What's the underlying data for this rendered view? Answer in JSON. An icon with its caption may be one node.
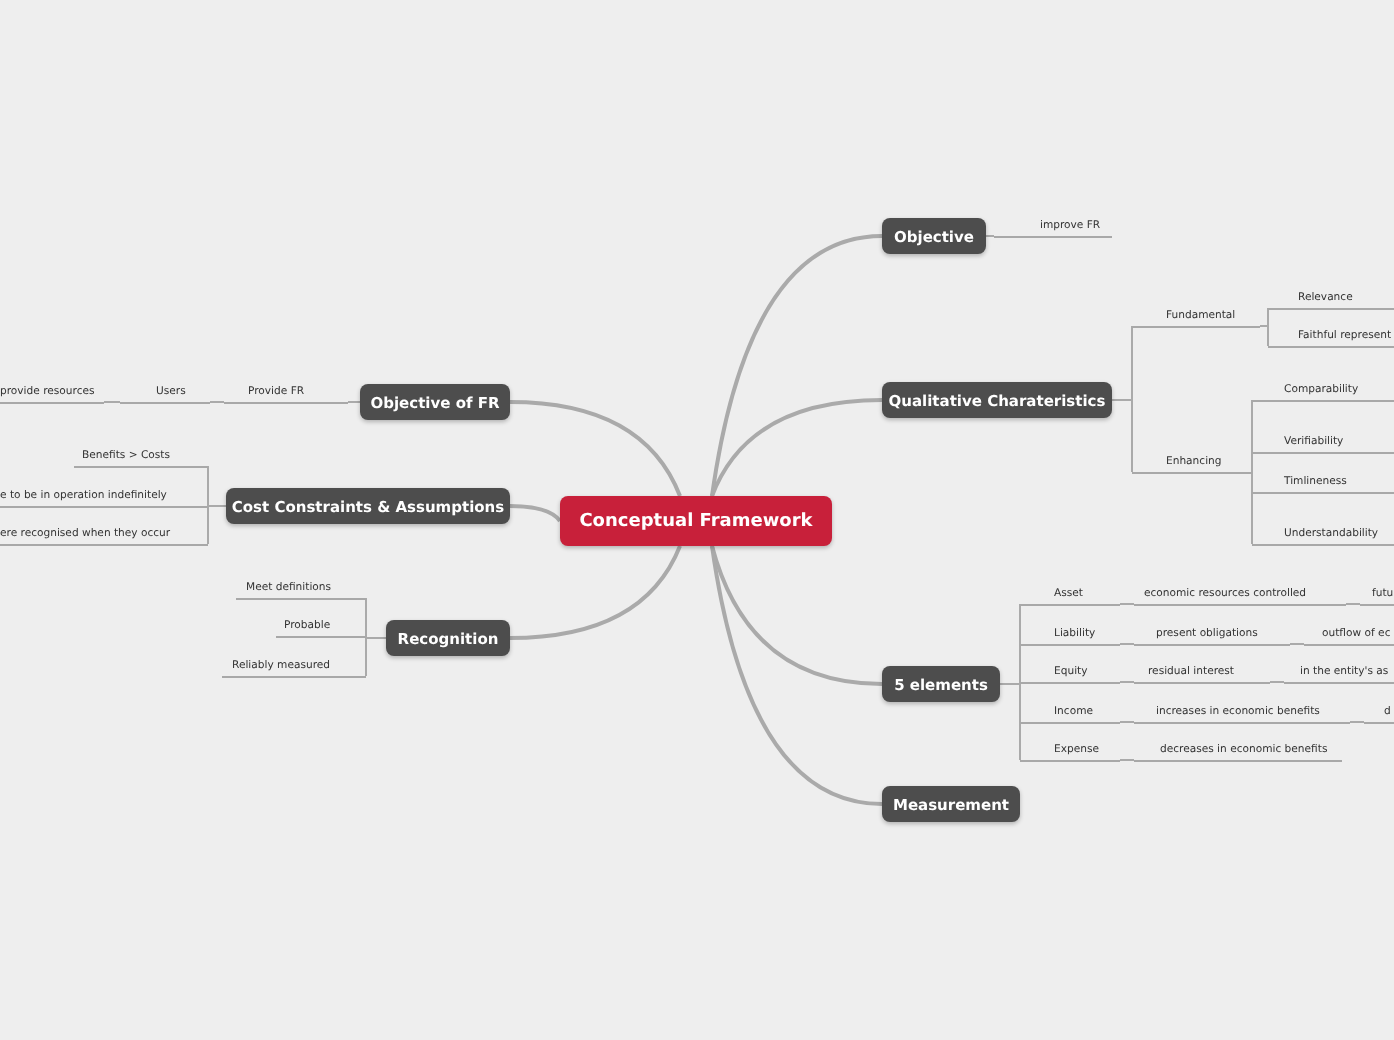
{
  "diagram": {
    "nodes": [
      {
        "text": [
          "Conceptual Framework"
        ]
      },
      {
        "text": [
          "Objective"
        ]
      },
      {
        "text": [
          "improve FR"
        ]
      },
      {
        "text": [
          "Qualitative Charateristics"
        ]
      },
      {
        "text": [
          "Fundamental"
        ]
      },
      {
        "text": [
          "Relevance"
        ]
      },
      {
        "text": [
          "Faithful represent"
        ]
      },
      {
        "text": [
          "Enhancing"
        ]
      },
      {
        "text": [
          "Comparability"
        ]
      },
      {
        "text": [
          "Verifiability"
        ]
      },
      {
        "text": [
          "Timlineness"
        ]
      },
      {
        "text": [
          "Understandability"
        ]
      },
      {
        "text": [
          "5 elements"
        ]
      },
      {
        "text": [
          "Asset"
        ]
      },
      {
        "text": [
          "economic resources controlled"
        ]
      },
      {
        "text": [
          "futu"
        ]
      },
      {
        "text": [
          "Liability"
        ]
      },
      {
        "text": [
          "present obligations"
        ]
      },
      {
        "text": [
          "outflow of ec"
        ]
      },
      {
        "text": [
          "Equity"
        ]
      },
      {
        "text": [
          "residual interest"
        ]
      },
      {
        "text": [
          "in the entity's as"
        ]
      },
      {
        "text": [
          "Income"
        ]
      },
      {
        "text": [
          "increases in economic benefits"
        ]
      },
      {
        "text": [
          "d"
        ]
      },
      {
        "text": [
          "Expense"
        ]
      },
      {
        "text": [
          "decreases in economic benefits"
        ]
      },
      {
        "text": [
          "Measurement"
        ]
      },
      {
        "text": [
          "Objective of FR"
        ]
      },
      {
        "text": [
          "Provide FR"
        ]
      },
      {
        "text": [
          "Users"
        ]
      },
      {
        "text": [
          "provide resources"
        ]
      },
      {
        "text": [
          "Cost Constraints & Assumptions"
        ]
      },
      {
        "text": [
          "Benefits > Costs"
        ]
      },
      {
        "text": [
          "e to be in operation indefinitely"
        ]
      },
      {
        "text": [
          "ere recognised when they occur"
        ]
      },
      {
        "text": [
          "Recognition"
        ]
      },
      {
        "text": [
          "Meet definitions"
        ]
      },
      {
        "text": [
          "Probable"
        ]
      },
      {
        "text": [
          "Reliably measured"
        ]
      }
    ],
    "edges": [
      {
        "from": 0,
        "to": 1,
        "arrow": "none"
      },
      {
        "from": 0,
        "to": 3,
        "arrow": "none"
      },
      {
        "from": 0,
        "to": 12,
        "arrow": "none"
      },
      {
        "from": 0,
        "to": 27,
        "arrow": "none"
      },
      {
        "from": 0,
        "to": 28,
        "arrow": "none"
      },
      {
        "from": 0,
        "to": 32,
        "arrow": "none"
      },
      {
        "from": 0,
        "to": 36,
        "arrow": "none"
      },
      {
        "from": 1,
        "to": 2,
        "arrow": "none"
      },
      {
        "from": 3,
        "to": 4,
        "arrow": "none"
      },
      {
        "from": 3,
        "to": 7,
        "arrow": "none"
      },
      {
        "from": 4,
        "to": 5,
        "arrow": "none"
      },
      {
        "from": 4,
        "to": 6,
        "arrow": "none"
      },
      {
        "from": 7,
        "to": 8,
        "arrow": "none"
      },
      {
        "from": 7,
        "to": 9,
        "arrow": "none"
      },
      {
        "from": 7,
        "to": 10,
        "arrow": "none"
      },
      {
        "from": 7,
        "to": 11,
        "arrow": "none"
      },
      {
        "from": 12,
        "to": 13,
        "arrow": "none"
      },
      {
        "from": 13,
        "to": 14,
        "arrow": "none"
      },
      {
        "from": 14,
        "to": 15,
        "arrow": "none"
      },
      {
        "from": 12,
        "to": 16,
        "arrow": "none"
      },
      {
        "from": 16,
        "to": 17,
        "arrow": "none"
      },
      {
        "from": 17,
        "to": 18,
        "arrow": "none"
      },
      {
        "from": 12,
        "to": 19,
        "arrow": "none"
      },
      {
        "from": 19,
        "to": 20,
        "arrow": "none"
      },
      {
        "from": 20,
        "to": 21,
        "arrow": "none"
      },
      {
        "from": 12,
        "to": 22,
        "arrow": "none"
      },
      {
        "from": 22,
        "to": 23,
        "arrow": "none"
      },
      {
        "from": 23,
        "to": 24,
        "arrow": "none"
      },
      {
        "from": 12,
        "to": 25,
        "arrow": "none"
      },
      {
        "from": 25,
        "to": 26,
        "arrow": "none"
      },
      {
        "from": 28,
        "to": 29,
        "arrow": "none"
      },
      {
        "from": 29,
        "to": 30,
        "arrow": "none"
      },
      {
        "from": 30,
        "to": 31,
        "arrow": "none"
      },
      {
        "from": 32,
        "to": 33,
        "arrow": "none"
      },
      {
        "from": 32,
        "to": 34,
        "arrow": "none"
      },
      {
        "from": 32,
        "to": 35,
        "arrow": "none"
      },
      {
        "from": 36,
        "to": 37,
        "arrow": "none"
      },
      {
        "from": 36,
        "to": 38,
        "arrow": "none"
      },
      {
        "from": 36,
        "to": 39,
        "arrow": "none"
      }
    ]
  }
}
